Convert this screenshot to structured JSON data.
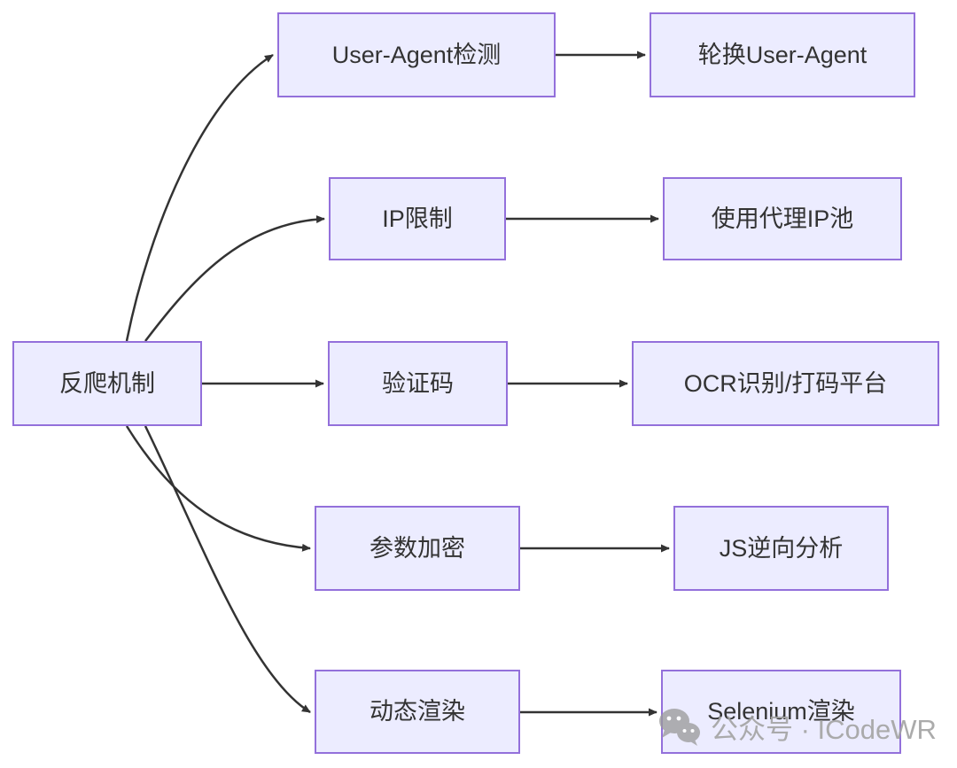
{
  "diagram": {
    "type": "flowchart-left-to-right",
    "root": {
      "label": "反爬机制"
    },
    "branches": [
      {
        "mechanism": "User-Agent检测",
        "solution": "轮换User-Agent"
      },
      {
        "mechanism": "IP限制",
        "solution": "使用代理IP池"
      },
      {
        "mechanism": "验证码",
        "solution": "OCR识别/打码平台"
      },
      {
        "mechanism": "参数加密",
        "solution": "JS逆向分析"
      },
      {
        "mechanism": "动态渲染",
        "solution": "Selenium渲染"
      }
    ],
    "colors": {
      "node_fill": "#ECECFF",
      "node_border": "#9370DB",
      "edge": "#333333",
      "text": "#333333"
    }
  },
  "watermark": {
    "icon": "wechat-icon",
    "text": "公众号 · ICodeWR",
    "color": "#a3a3a3"
  }
}
